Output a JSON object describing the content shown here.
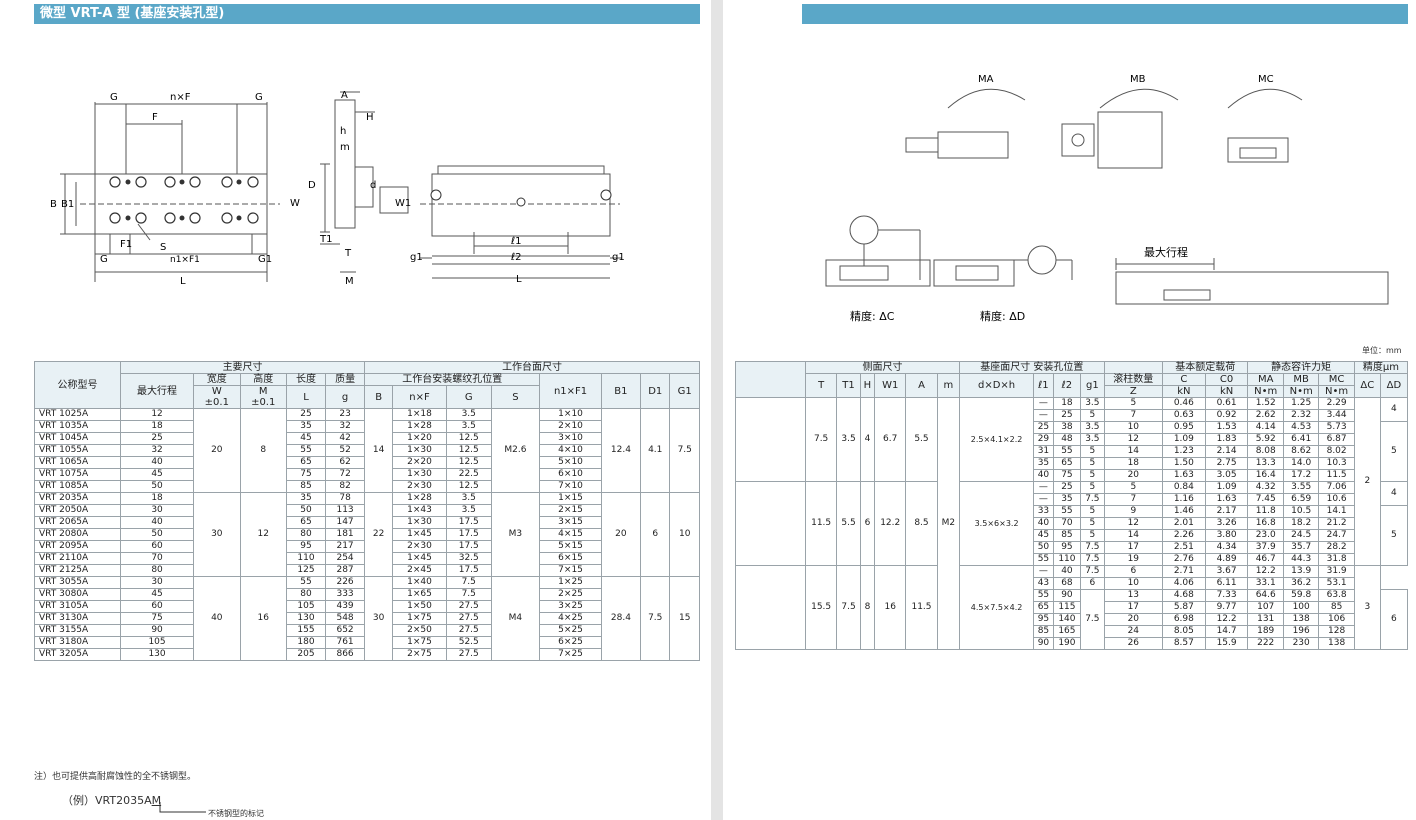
{
  "header": {
    "left_title": "微型 VRT-A 型 (基座安装孔型)",
    "right_title": ""
  },
  "diagram_labels": {
    "G": "G",
    "nF": "n×F",
    "F": "F",
    "B": "B",
    "B1": "B1",
    "F1": "F1",
    "S": "S",
    "n1F1": "n1×F1",
    "G1": "G1",
    "L": "L",
    "A": "A",
    "H": "H",
    "h": "h",
    "m": "m",
    "D": "D",
    "d": "d",
    "W": "W",
    "W1": "W1",
    "T1": "T1",
    "T": "T",
    "M": "M",
    "g1": "g1",
    "l1": "ℓ1",
    "l2": "ℓ2",
    "MA": "MA",
    "MB": "MB",
    "MC": "MC",
    "max_stroke": "最大行程",
    "acc_c": "精度: ΔC",
    "acc_d": "精度: ΔD"
  },
  "unit": "单位：mm",
  "left_table": {
    "h_model": "公称型号",
    "h_main": "主要尺寸",
    "h_work": "工作台面尺寸",
    "h_stroke": "最大行程",
    "h_width": "宽度",
    "h_width_sym": "W",
    "h_width_tol": "±0.1",
    "h_height": "高度",
    "h_height_sym": "M",
    "h_height_tol": "±0.1",
    "h_length": "长度",
    "h_length_sym": "L",
    "h_mass": "质量",
    "h_mass_sym": "g",
    "h_tap": "工作台安装螺纹孔位置",
    "h_B": "B",
    "h_nF": "n×F",
    "h_G": "G",
    "h_S": "S",
    "h_n1F1": "n1×F1",
    "h_B1": "B1",
    "h_D1": "D1",
    "h_G1": "G1",
    "groups": [
      {
        "W": "20",
        "M": "8",
        "B": "14",
        "S": "M2.6",
        "B1": "12.4",
        "D1": "4.1",
        "G1": "7.5",
        "rows": [
          [
            "VRT 1025A",
            "12",
            "25",
            "23",
            "1×18",
            "3.5",
            "1×10"
          ],
          [
            "VRT 1035A",
            "18",
            "35",
            "32",
            "1×28",
            "3.5",
            "2×10"
          ],
          [
            "VRT 1045A",
            "25",
            "45",
            "42",
            "1×20",
            "12.5",
            "3×10"
          ],
          [
            "VRT 1055A",
            "32",
            "55",
            "52",
            "1×30",
            "12.5",
            "4×10"
          ],
          [
            "VRT 1065A",
            "40",
            "65",
            "62",
            "2×20",
            "12.5",
            "5×10"
          ],
          [
            "VRT 1075A",
            "45",
            "75",
            "72",
            "1×30",
            "22.5",
            "6×10"
          ],
          [
            "VRT 1085A",
            "50",
            "85",
            "82",
            "2×30",
            "12.5",
            "7×10"
          ]
        ]
      },
      {
        "W": "30",
        "M": "12",
        "B": "22",
        "S": "M3",
        "B1": "20",
        "D1": "6",
        "G1": "10",
        "rows": [
          [
            "VRT 2035A",
            "18",
            "35",
            "78",
            "1×28",
            "3.5",
            "1×15"
          ],
          [
            "VRT 2050A",
            "30",
            "50",
            "113",
            "1×43",
            "3.5",
            "2×15"
          ],
          [
            "VRT 2065A",
            "40",
            "65",
            "147",
            "1×30",
            "17.5",
            "3×15"
          ],
          [
            "VRT 2080A",
            "50",
            "80",
            "181",
            "1×45",
            "17.5",
            "4×15"
          ],
          [
            "VRT 2095A",
            "60",
            "95",
            "217",
            "2×30",
            "17.5",
            "5×15"
          ],
          [
            "VRT 2110A",
            "70",
            "110",
            "254",
            "1×45",
            "32.5",
            "6×15"
          ],
          [
            "VRT 2125A",
            "80",
            "125",
            "287",
            "2×45",
            "17.5",
            "7×15"
          ]
        ]
      },
      {
        "W": "40",
        "M": "16",
        "B": "30",
        "S": "M4",
        "B1": "28.4",
        "D1": "7.5",
        "G1": "15",
        "rows": [
          [
            "VRT 3055A",
            "30",
            "55",
            "226",
            "1×40",
            "7.5",
            "1×25"
          ],
          [
            "VRT 3080A",
            "45",
            "80",
            "333",
            "1×65",
            "7.5",
            "2×25"
          ],
          [
            "VRT 3105A",
            "60",
            "105",
            "439",
            "1×50",
            "27.5",
            "3×25"
          ],
          [
            "VRT 3130A",
            "75",
            "130",
            "548",
            "1×75",
            "27.5",
            "4×25"
          ],
          [
            "VRT 3155A",
            "90",
            "155",
            "652",
            "2×50",
            "27.5",
            "5×25"
          ],
          [
            "VRT 3180A",
            "105",
            "180",
            "761",
            "1×75",
            "52.5",
            "6×25"
          ],
          [
            "VRT 3205A",
            "130",
            "205",
            "866",
            "2×75",
            "27.5",
            "7×25"
          ]
        ]
      }
    ]
  },
  "right_table": {
    "h_side": "侧面尺寸",
    "h_base": "基座面尺寸 安装孔位置",
    "h_load": "基本额定载荷",
    "h_moment": "静态容许力矩",
    "h_acc": "精度μm",
    "h_T": "T",
    "h_T1": "T1",
    "h_H": "H",
    "h_W1": "W1",
    "h_A": "A",
    "h_m": "m",
    "h_dDh": "d×D×h",
    "h_l1": "ℓ1",
    "h_l2": "ℓ2",
    "h_g1": "g1",
    "h_Z": "Z",
    "h_roll": "滚柱数量",
    "h_C": "C",
    "h_C0": "C0",
    "h_MA": "MA",
    "h_MB": "MB",
    "h_MC": "MC",
    "h_dC": "ΔC",
    "h_dD": "ΔD",
    "u_kN": "kN",
    "u_kN2": "kN",
    "u_Nm1": "N•m",
    "u_Nm2": "N•m",
    "u_Nm3": "N•m",
    "m_all": "M2",
    "dC_a": "2",
    "dC_b": "3",
    "dD": [
      "4",
      "5",
      "4",
      "5",
      "6"
    ],
    "groups": [
      {
        "T": "7.5",
        "T1": "3.5",
        "H": "4",
        "W1": "6.7",
        "A": "5.5",
        "dDh": "2.5×4.1×2.2",
        "rows": [
          [
            "—",
            "18",
            "3.5",
            "5",
            "0.46",
            "0.61",
            "1.52",
            "1.25",
            "2.29"
          ],
          [
            "—",
            "25",
            "5",
            "7",
            "0.63",
            "0.92",
            "2.62",
            "2.32",
            "3.44"
          ],
          [
            "25",
            "38",
            "3.5",
            "10",
            "0.95",
            "1.53",
            "4.14",
            "4.53",
            "5.73"
          ],
          [
            "29",
            "48",
            "3.5",
            "12",
            "1.09",
            "1.83",
            "5.92",
            "6.41",
            "6.87"
          ],
          [
            "31",
            "55",
            "5",
            "14",
            "1.23",
            "2.14",
            "8.08",
            "8.62",
            "8.02"
          ],
          [
            "35",
            "65",
            "5",
            "18",
            "1.50",
            "2.75",
            "13.3",
            "14.0",
            "10.3"
          ],
          [
            "40",
            "75",
            "5",
            "20",
            "1.63",
            "3.05",
            "16.4",
            "17.2",
            "11.5"
          ]
        ]
      },
      {
        "T": "11.5",
        "T1": "5.5",
        "H": "6",
        "W1": "12.2",
        "A": "8.5",
        "dDh": "3.5×6×3.2",
        "rows": [
          [
            "—",
            "25",
            "5",
            "5",
            "0.84",
            "1.09",
            "4.32",
            "3.55",
            "7.06"
          ],
          [
            "—",
            "35",
            "7.5",
            "7",
            "1.16",
            "1.63",
            "7.45",
            "6.59",
            "10.6"
          ],
          [
            "33",
            "55",
            "5",
            "9",
            "1.46",
            "2.17",
            "11.8",
            "10.5",
            "14.1"
          ],
          [
            "40",
            "70",
            "5",
            "12",
            "2.01",
            "3.26",
            "16.8",
            "18.2",
            "21.2"
          ],
          [
            "45",
            "85",
            "5",
            "14",
            "2.26",
            "3.80",
            "23.0",
            "24.5",
            "24.7"
          ],
          [
            "50",
            "95",
            "7.5",
            "17",
            "2.51",
            "4.34",
            "37.9",
            "35.7",
            "28.2"
          ],
          [
            "55",
            "110",
            "7.5",
            "19",
            "2.76",
            "4.89",
            "46.7",
            "44.3",
            "31.8"
          ]
        ]
      },
      {
        "T": "15.5",
        "T1": "7.5",
        "H": "8",
        "W1": "16",
        "A": "11.5",
        "dDh": "4.5×7.5×4.2",
        "g1_merge": "7.5",
        "rows": [
          [
            "—",
            "40",
            "7.5",
            "6",
            "2.71",
            "3.67",
            "12.2",
            "13.9",
            "31.9"
          ],
          [
            "43",
            "68",
            "6",
            "10",
            "4.06",
            "6.11",
            "33.1",
            "36.2",
            "53.1"
          ],
          [
            "55",
            "90",
            "",
            "13",
            "4.68",
            "7.33",
            "64.6",
            "59.8",
            "63.8"
          ],
          [
            "65",
            "115",
            "",
            "17",
            "5.87",
            "9.77",
            "107",
            "100",
            "85"
          ],
          [
            "95",
            "140",
            "",
            "20",
            "6.98",
            "12.2",
            "131",
            "138",
            "106"
          ],
          [
            "85",
            "165",
            "",
            "24",
            "8.05",
            "14.7",
            "189",
            "196",
            "128"
          ],
          [
            "90",
            "190",
            "",
            "26",
            "8.57",
            "15.9",
            "222",
            "230",
            "138"
          ]
        ]
      }
    ]
  },
  "notes": {
    "n1": "注）也可提供高耐腐蚀性的全不锈钢型。",
    "n2": "（例）VRT2035A",
    "n2b": "M",
    "n3": "不锈钢型的标记"
  }
}
